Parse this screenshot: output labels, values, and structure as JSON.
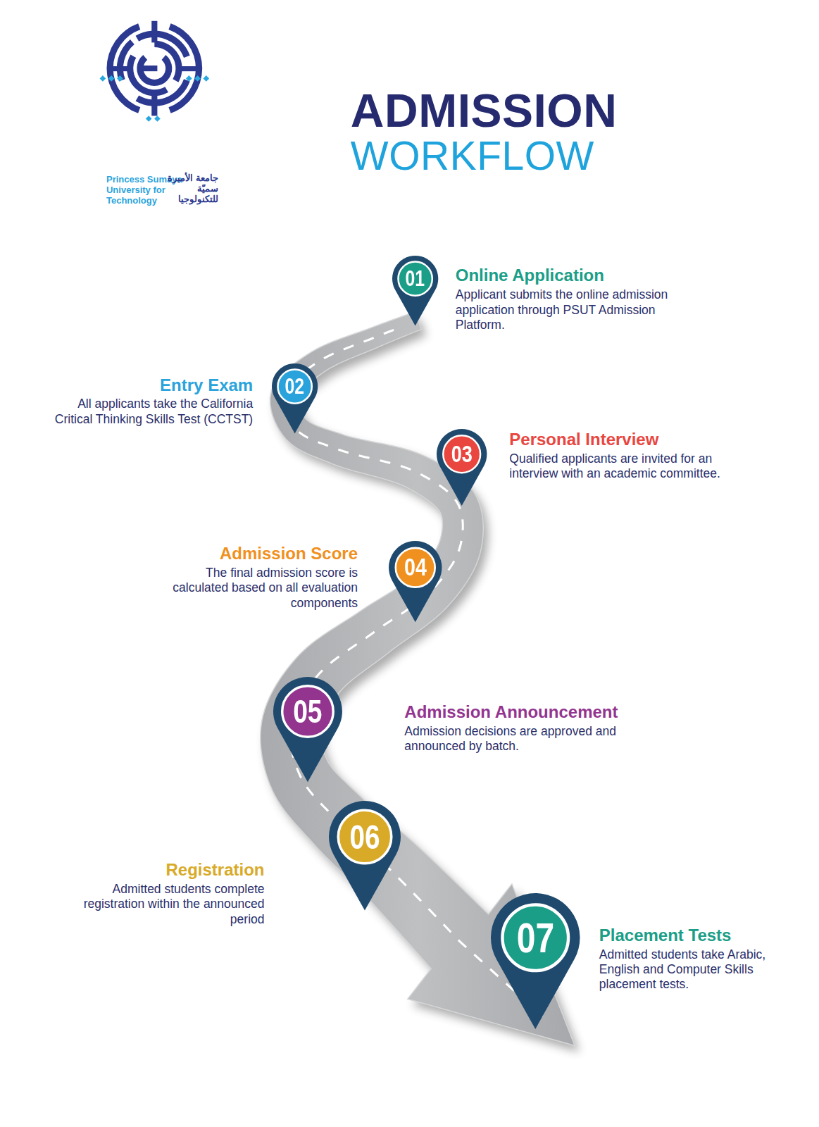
{
  "diagram": {
    "title": "ADMISSION WORKFLOW",
    "nodes": [
      {
        "text": [
          "01",
          "Online Application",
          "Applicant submits the online admission application through PSUT Admission Platform."
        ]
      },
      {
        "text": [
          "02",
          "Entry Exam",
          "All applicants take the California Critical Thinking Skills Test (CCTST)"
        ]
      },
      {
        "text": [
          "03",
          "Personal Interview",
          "Qualified applicants are invited for an interview with an academic committee."
        ]
      },
      {
        "text": [
          "04",
          "Admission Score",
          "The final admission score is calculated based on all evaluation components"
        ]
      },
      {
        "text": [
          "05",
          "Admission Announcement",
          "Admission decisions are approved and announced by batch."
        ]
      },
      {
        "text": [
          "06",
          "Registration",
          "Admitted students complete registration within the announced period"
        ]
      },
      {
        "text": [
          "07",
          "Placement Tests",
          "Admitted students take Arabic, English and Computer Skills placement tests."
        ]
      }
    ],
    "labels": [
      "Princess Sumaya University for Technology",
      "جامعة الأميرة سميّة للتكنولوجيا"
    ]
  }
}
